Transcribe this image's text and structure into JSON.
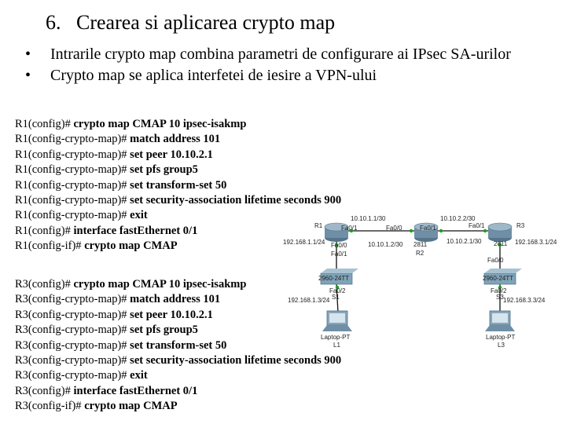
{
  "slide": {
    "title": "6.   Crearea si aplicarea crypto map",
    "bullets": [
      "Intrarile crypto map combina parametri de configurare ai IPsec SA-urilor",
      "Crypto map se aplica interfetei de iesire a VPN-ului"
    ],
    "bullet_symbol": "•"
  },
  "config_r1": [
    {
      "prompt": "R1(config)#",
      "cmd": "crypto map CMAP 10 ipsec-isakmp"
    },
    {
      "prompt": "R1(config-crypto-map)#",
      "cmd": "match address 101"
    },
    {
      "prompt": "R1(config-crypto-map)#",
      "cmd": "set peer 10.10.2.1"
    },
    {
      "prompt": "R1(config-crypto-map)#",
      "cmd": "set pfs group5"
    },
    {
      "prompt": "R1(config-crypto-map)#",
      "cmd": "set transform-set 50"
    },
    {
      "prompt": "R1(config-crypto-map)#",
      "cmd": "set security-association lifetime seconds 900"
    },
    {
      "prompt": "R1(config-crypto-map)#",
      "cmd": "exit"
    },
    {
      "prompt": "R1(config)#",
      "cmd": "interface fastEthernet 0/1"
    },
    {
      "prompt": "R1(config-if)#",
      "cmd": "crypto map CMAP"
    }
  ],
  "config_r3": [
    {
      "prompt": "R3(config)#",
      "cmd": "crypto map CMAP 10 ipsec-isakmp"
    },
    {
      "prompt": "R3(config-crypto-map)#",
      "cmd": "match address 101"
    },
    {
      "prompt": "R3(config-crypto-map)#",
      "cmd": "set peer 10.10.2.1"
    },
    {
      "prompt": "R3(config-crypto-map)#",
      "cmd": "set pfs group5"
    },
    {
      "prompt": "R3(config-crypto-map)#",
      "cmd": "set transform-set 50"
    },
    {
      "prompt": "R3(config-crypto-map)#",
      "cmd": "set security-association lifetime seconds 900"
    },
    {
      "prompt": "R3(config-crypto-map)#",
      "cmd": "exit"
    },
    {
      "prompt": "R3(config)#",
      "cmd": "interface fastEthernet 0/1"
    },
    {
      "prompt": "R3(config-if)#",
      "cmd": "crypto map CMAP"
    }
  ],
  "topology": {
    "r1": "R1",
    "r2": "R2",
    "r3": "R3",
    "s1": "S1",
    "s3": "S3",
    "l1": "L1",
    "l3": "L3",
    "net_r1_r2": "10.10.1.1/30",
    "net_r2_r3": "10.10.2.2/30",
    "r1_fa01": "Fa0/1",
    "r2_fa00": "Fa0/0",
    "r2_fa01": "Fa0/1",
    "r3_fa01": "Fa0/1",
    "r2_ip_left": "10.10.1.2/30",
    "r2_name": "2811",
    "r2_ip_right": "10.10.2.1/30",
    "r3_model": "2811",
    "r1_lan": "192.168.1.1/24",
    "r3_lan": "192.168.3.1/24",
    "r1_fa00": "Fa0/0",
    "r1_fa01_s": "Fa0/1",
    "r3_fa00": "Fa0/0",
    "s1_model": "2960-24TT",
    "s3_model": "2960-24TT",
    "s1_fa02": "Fa0/2",
    "s3_fa02": "Fa0/2",
    "l1_ip": "192.168.1.3/24",
    "l3_ip": "192.168.3.3/24",
    "l1_model": "Laptop-PT",
    "l3_model": "Laptop-PT"
  },
  "colors": {
    "router": "#6f8fa6",
    "switch": "#7fa3b8",
    "laptop": "#8aa6bb",
    "link": "#111111"
  }
}
